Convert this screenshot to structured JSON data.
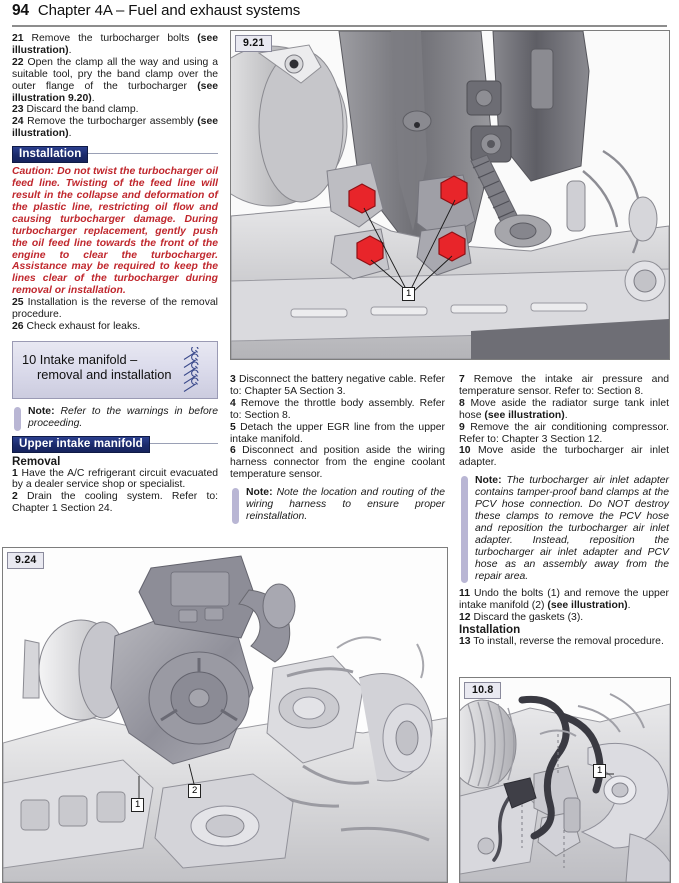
{
  "header": {
    "page_number": "94",
    "title": "Chapter 4A – Fuel and exhaust systems"
  },
  "column1": {
    "steps": [
      {
        "num": "21",
        "text": "Remove the turbocharger bolts ",
        "bold_tail": "(see illustration)",
        "tail": "."
      },
      {
        "num": "22",
        "text": "Open the clamp all the way and using a suitable tool, pry the band clamp over the outer flange of the turbocharger ",
        "bold_tail": "(see illustration 9.20)",
        "tail": "."
      },
      {
        "num": "23",
        "text": "Discard the band clamp.",
        "bold_tail": "",
        "tail": ""
      },
      {
        "num": "24",
        "text": "Remove the turbocharger assembly ",
        "bold_tail": "(see illustration)",
        "tail": "."
      }
    ],
    "installation_heading": "Installation",
    "caution": "Caution: Do not twist the turbocharger oil feed line. Twisting of the feed line will result in the collapse and deformation of the plastic line, restricting oil flow and causing turbocharger damage. During turbocharger replacement, gently push the oil feed line towards the front of the engine to clear the turbocharger. Assistance may be required to keep the lines clear of the turbocharger during removal or installation.",
    "steps2": [
      {
        "num": "25",
        "text": "Installation is the reverse of the removal procedure."
      },
      {
        "num": "26",
        "text": "Check exhaust for leaks."
      }
    ],
    "section": {
      "number": "10",
      "line1": "Intake manifold –",
      "line2": "removal and installation",
      "icon": "spanner-stack-icon"
    },
    "note1": {
      "label": "Note:",
      "body": "Refer to the warnings in before proceeding."
    },
    "upper_intake_heading": "Upper intake manifold",
    "removal_heading": "Removal",
    "steps3": [
      {
        "num": "1",
        "text": "Have the A/C refrigerant circuit evacuated by a dealer service shop or specialist."
      },
      {
        "num": "2",
        "text": "Drain the cooling system. Refer to: Chapter 1 Section 24."
      }
    ]
  },
  "column2": {
    "steps": [
      {
        "num": "3",
        "text": "Disconnect the battery negative cable. Refer to: Chapter 5A Section 3."
      },
      {
        "num": "4",
        "text": "Remove the throttle body assembly. Refer to: Section 8."
      },
      {
        "num": "5",
        "text": "Detach the upper EGR line from the upper intake manifold."
      },
      {
        "num": "6",
        "text": "Disconnect and position aside the wiring harness connector from the engine coolant temperature sensor."
      }
    ],
    "note": {
      "label": "Note:",
      "body": "Note the location and routing of the wiring harness to ensure proper reinstallation."
    }
  },
  "column3": {
    "steps": [
      {
        "num": "7",
        "text": "Remove the intake air pressure and temperature sensor. Refer to: Section 8.",
        "bold_tail": "",
        "tail": ""
      },
      {
        "num": "8",
        "text": "Move aside the radiator surge tank inlet hose ",
        "bold_tail": "(see illustration)",
        "tail": "."
      },
      {
        "num": "9",
        "text": "Remove the air conditioning compressor. Refer to: Chapter 3 Section 12.",
        "bold_tail": "",
        "tail": ""
      },
      {
        "num": "10",
        "text": "Move aside the turbocharger air inlet adapter.",
        "bold_tail": "",
        "tail": ""
      }
    ],
    "note": {
      "label": "Note:",
      "body": "The turbocharger air inlet adapter contains tamper-proof band clamps at the PCV hose connection. Do NOT destroy these clamps to remove the PCV hose and reposition the turbocharger air inlet adapter. Instead, reposition the turbocharger air inlet adapter and PCV hose as an assembly away from the repair area."
    },
    "steps2": [
      {
        "num": "11",
        "text": "Undo the bolts (1) and remove the upper intake manifold (2) ",
        "bold_tail": "(see illustration)",
        "tail": "."
      },
      {
        "num": "12",
        "text": "Discard the gaskets (3).",
        "bold_tail": "",
        "tail": ""
      }
    ],
    "installation_heading": "Installation",
    "steps3": [
      {
        "num": "13",
        "text": "To install, reverse the removal procedure.",
        "bold_tail": "",
        "tail": ""
      }
    ]
  },
  "figures": [
    {
      "tag": "9.21",
      "name": "figure-9-21",
      "description": "Turbocharger mounting bolts highlighted in red on engine",
      "callouts": [
        "1"
      ],
      "highlight_color": "#e8252a"
    },
    {
      "tag": "9.24",
      "name": "figure-9-24",
      "description": "Turbocharger assembly mounted on engine",
      "callouts": [
        "1",
        "2"
      ]
    },
    {
      "tag": "10.8",
      "name": "figure-10-8",
      "description": "Radiator surge tank inlet hose routing",
      "callouts": [
        "1"
      ]
    }
  ]
}
